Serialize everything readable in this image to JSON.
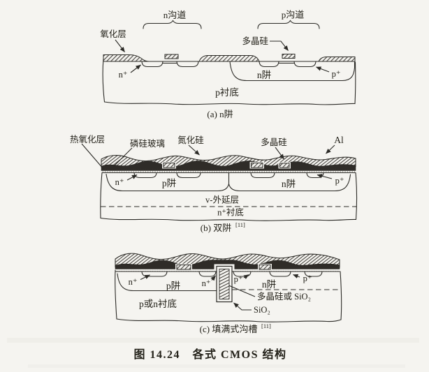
{
  "page": {
    "background_color": "#f5f4f0",
    "ink_color": "#2b2a26",
    "dark_layer_color": "#2f2c28"
  },
  "figure_caption": "图 14.24　各式 CMOS 结构",
  "diagram_a": {
    "caption": "(a) n阱",
    "labels": {
      "oxide": "氧化层",
      "n_channel": "n沟道",
      "p_channel": "p沟道",
      "poly": "多晶硅",
      "n_plus": "n⁺",
      "n_well": "n阱",
      "p_plus": "p⁺",
      "p_substrate": "p衬底"
    }
  },
  "diagram_b": {
    "caption": "(b) 双阱",
    "caption_ref": "[11]",
    "labels": {
      "thermal_oxide": "热氧化层",
      "psg": "磷硅玻璃",
      "nitride": "氮化硅",
      "poly": "多晶硅",
      "al": "Al",
      "n_plus": "n⁺",
      "p_well": "p阱",
      "n_well": "n阱",
      "p_plus": "p⁺",
      "epi": "v-外延层",
      "n_substrate": "n⁺衬底"
    }
  },
  "diagram_c": {
    "caption": "(c) 填满式沟槽",
    "caption_ref": "[11]",
    "labels": {
      "n_plus_left": "n⁺",
      "p_well": "p阱",
      "n_plus_mid": "n⁺",
      "p_plus_mid": "p⁺",
      "n_well": "n阱",
      "p_plus_right": "p⁺",
      "substrate": "p或n衬底",
      "trench_fill": "多晶硅或 SiO₂",
      "trench_liner": "SiO₂"
    }
  }
}
